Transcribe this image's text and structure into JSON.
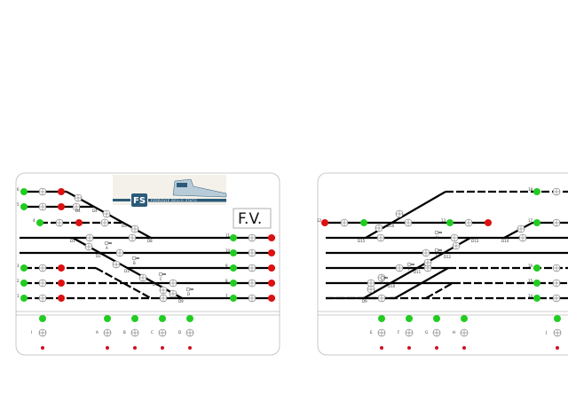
{
  "station_label": "F.V.",
  "logo": {
    "mark": "FS",
    "text": "FERROVIE DELLO STATO"
  },
  "colors": {
    "green": "#22cc22",
    "red": "#dd1111",
    "track": "#000000",
    "panel_border": "#bbbbbb",
    "logo_blue": "#2c5a78"
  },
  "left_panel": {
    "signals_left": [
      {
        "num": "6",
        "state": "green"
      },
      {
        "num": "5",
        "state": "green"
      },
      {
        "num": "4",
        "state": "green"
      },
      {
        "num": "3",
        "state": "green"
      },
      {
        "num": "2",
        "state": "green"
      },
      {
        "num": "1",
        "state": "green"
      }
    ],
    "signals_right": [
      {
        "num": "11",
        "state": "green"
      },
      {
        "num": "10",
        "state": "green"
      },
      {
        "num": "9",
        "state": "green"
      },
      {
        "num": "8",
        "state": "green"
      },
      {
        "num": "7",
        "state": "green"
      }
    ],
    "switches": [
      "D1",
      "D2",
      "D3",
      "D4",
      "D5",
      "D6",
      "D7",
      "D8",
      "D9"
    ],
    "track_levers": [
      "A",
      "B",
      "C",
      "D"
    ],
    "route_buttons": [
      "I",
      "A",
      "B",
      "C",
      "D"
    ]
  },
  "right_panel": {
    "signals": [
      {
        "num": "12",
        "state": "red"
      },
      {
        "num": "13",
        "state": "green"
      },
      {
        "num": "18",
        "state": "green"
      },
      {
        "num": "17",
        "state": "green"
      },
      {
        "num": "16",
        "state": "green"
      },
      {
        "num": "15",
        "state": "green"
      },
      {
        "num": "14",
        "state": "green"
      }
    ],
    "switches": [
      "D9",
      "D10",
      "D11",
      "D12",
      "D13",
      "D14",
      "D15",
      "D16"
    ],
    "track_levers": [
      "E",
      "F",
      "G",
      "H"
    ],
    "route_buttons": [
      "E",
      "F",
      "G",
      "H",
      "J"
    ]
  }
}
